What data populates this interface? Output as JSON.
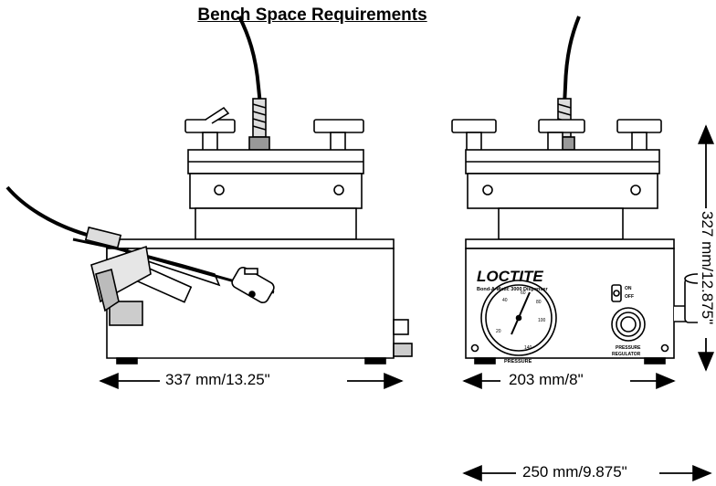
{
  "title": "Bench Space Requirements",
  "dimensions": {
    "side_width": "337 mm/13.25\"",
    "front_width": "203 mm/8\"",
    "overall_width": "250 mm/9.875\"",
    "height": "327 mm/12.875\""
  },
  "panel": {
    "brand": "LOCTITE",
    "model": "Bond-A-Matic 3000 Dispenser",
    "switch_on": "ON",
    "switch_off": "OFF",
    "gauge_label": "PRESSURE",
    "regulator_label_1": "PRESSURE",
    "regulator_label_2": "REGULATOR",
    "gauge_ticks": [
      "20",
      "40",
      "60",
      "80",
      "100",
      "140"
    ]
  }
}
